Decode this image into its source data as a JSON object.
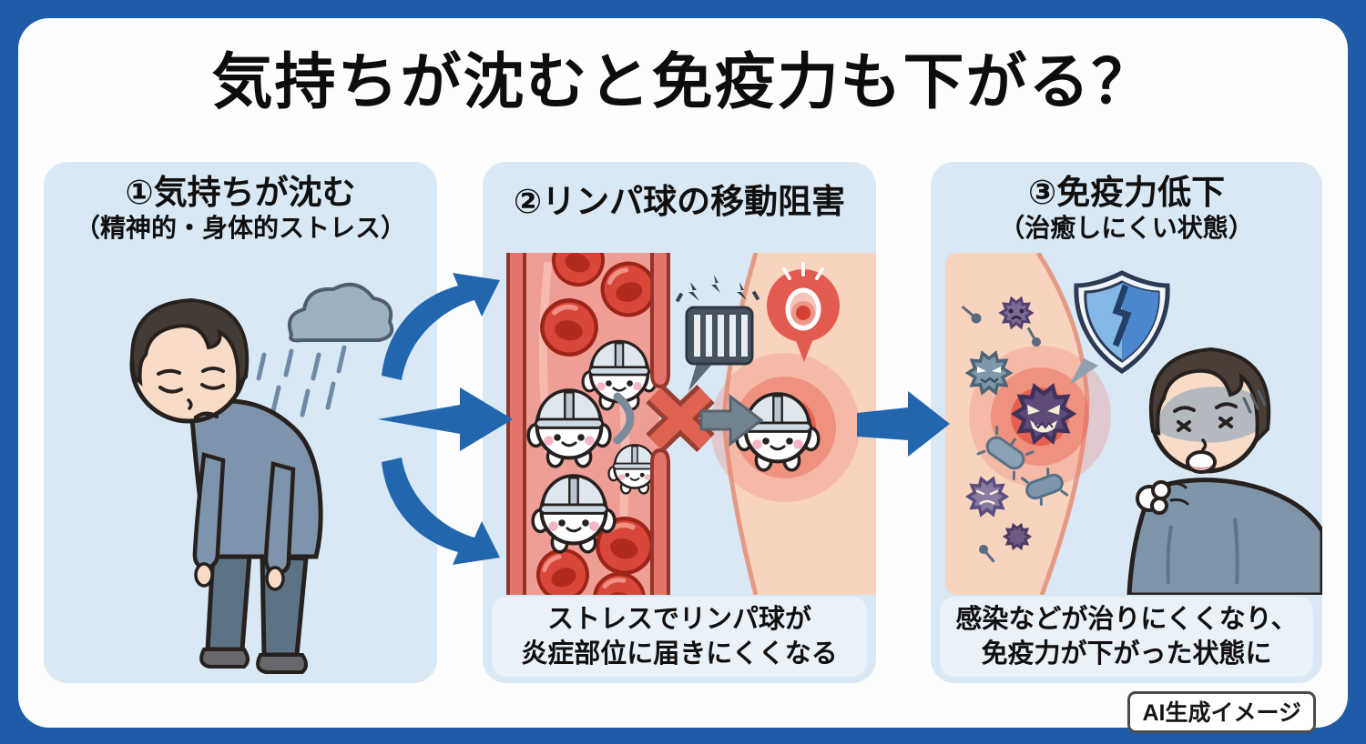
{
  "title": "気持ちが沈むと免疫力も下がる？",
  "panels": [
    {
      "title": "①気持ちが沈む",
      "subtitle": "（精神的・身体的ストレス）"
    },
    {
      "title": "②リンパ球の移動阻害",
      "caption_line1": "ストレスでリンパ球が",
      "caption_line2": "炎症部位に届きにくくなる"
    },
    {
      "title": "③免疫力低下",
      "subtitle": "（治癒しにくい状態）",
      "caption_line1": "感染などが治りにくくなり、",
      "caption_line2": "免疫力が下がった状態に"
    }
  ],
  "footer_badge": "AI生成イメージ",
  "colors": {
    "frame_blue": "#1e5ca8",
    "panel_bg": "#d9e8f5",
    "arrow_blue": "#2267ae",
    "vessel_wall_red": "#e4746a",
    "blood_cell_red": "#d9473a",
    "inflammation_red": "#d93a2e",
    "tissue_peach": "#f8d3be",
    "germ_purple": "#5f4b79",
    "shield_blue": "#4f8bd0",
    "caption_bg": "#e9f1f9"
  },
  "icons": [
    "rain-cloud-icon",
    "sad-person-illustration",
    "curved-arrow-icon",
    "straight-arrow-icon",
    "blood-vessel-illustration",
    "red-blood-cell-icon",
    "lymphocyte-character-icon",
    "blocked-gate-icon",
    "x-blocked-icon",
    "inflammation-alert-icon",
    "right-arrow-icon",
    "virus-germ-icon",
    "bacteria-icon",
    "broken-shield-icon",
    "sick-person-illustration",
    "breath-puff-icon"
  ]
}
